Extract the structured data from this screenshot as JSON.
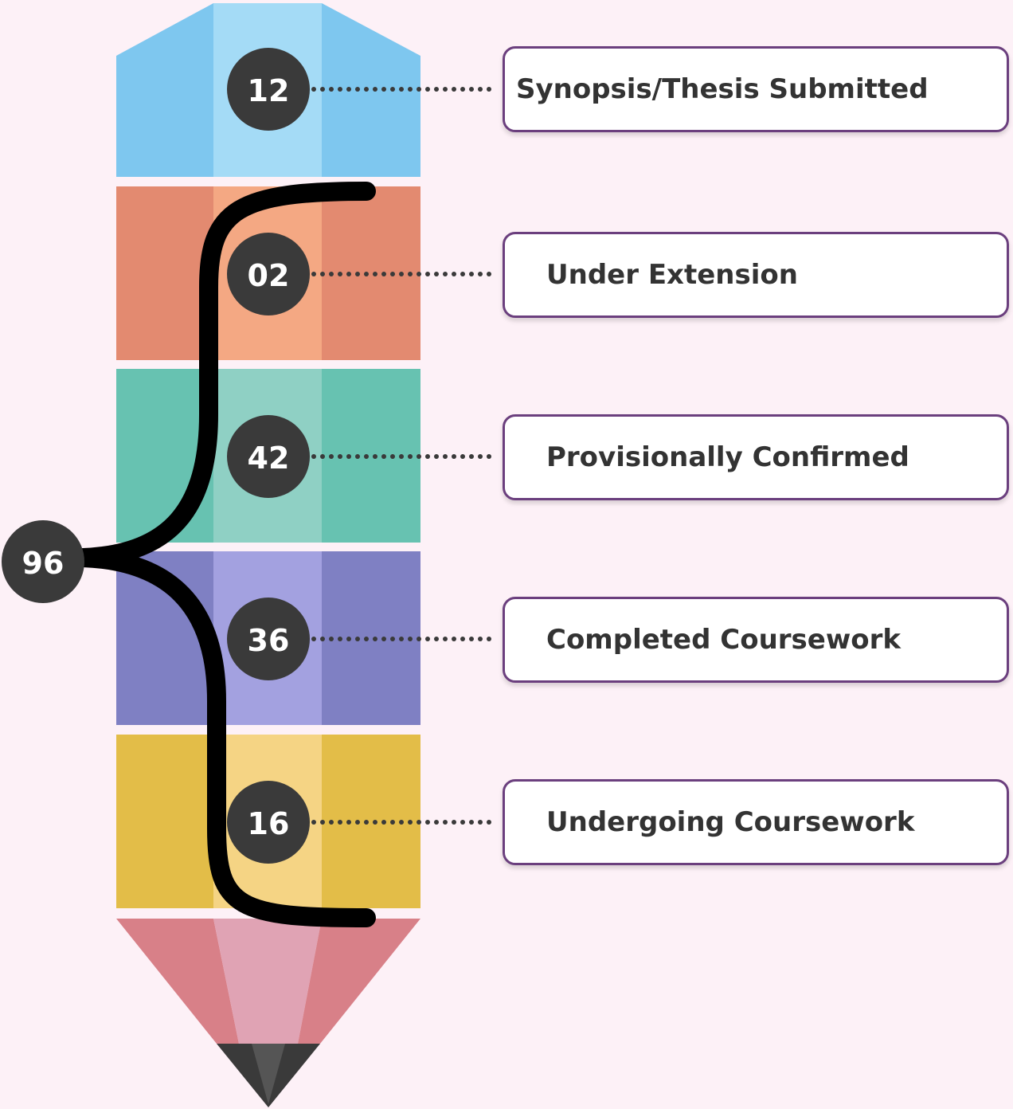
{
  "total": {
    "value": "96"
  },
  "segments": [
    {
      "value": "12",
      "label": "Synopsis/Thesis Submitted",
      "colors": {
        "side": "#7ec7ef",
        "mid": "#a4dbf6"
      }
    },
    {
      "value": "02",
      "label": "Under Extension",
      "colors": {
        "side": "#e38a70",
        "mid": "#f4a883"
      }
    },
    {
      "value": "42",
      "label": "Provisionally Confirmed",
      "colors": {
        "side": "#67c2b1",
        "mid": "#8fd0c4"
      }
    },
    {
      "value": "36",
      "label": "Completed Coursework",
      "colors": {
        "side": "#7f80c3",
        "mid": "#a3a1e0"
      }
    },
    {
      "value": "16",
      "label": "Undergoing Coursework",
      "colors": {
        "side": "#e3bd48",
        "mid": "#f5d484"
      }
    }
  ],
  "tip": {
    "colors": {
      "side": "#d88088",
      "mid": "#e0a3b4",
      "lead": "#3a3a3a",
      "lead_mid": "#555555"
    }
  },
  "colors": {
    "bubble": "#3a3a3a",
    "brace": "#000000",
    "box_border": "#6b3f7e",
    "background": "#fdf1f7"
  }
}
